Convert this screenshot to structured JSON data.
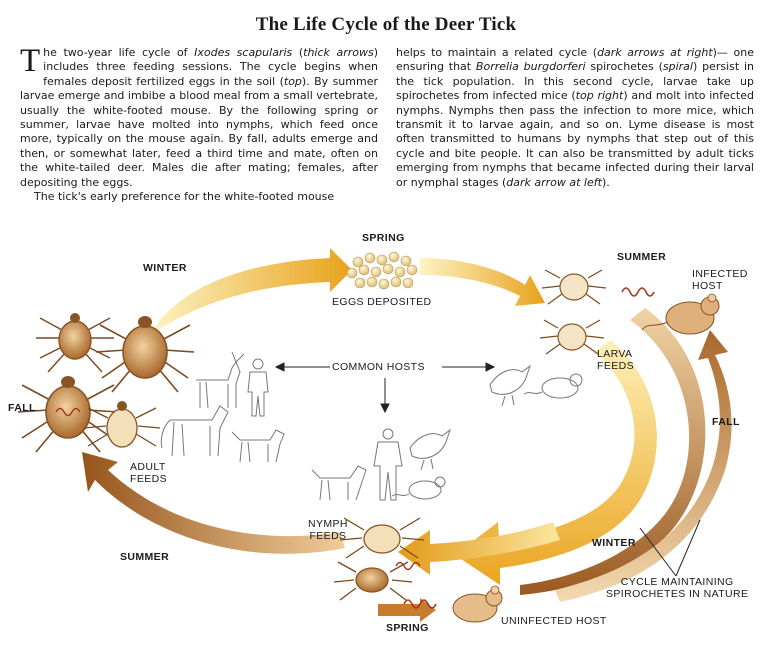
{
  "title": "The Life Cycle of the Deer Tick",
  "intro": {
    "col1_dropcap": "T",
    "col1_p1_a": "he two-year life cycle of ",
    "col1_p1_species": "Ixodes scapularis",
    "col1_p1_b": " (",
    "col1_p1_thick": "thick arrows",
    "col1_p1_c": ") includes three feeding sessions. The cycle begins when females deposit fertilized eggs in the soil (",
    "col1_p1_top": "top",
    "col1_p1_d": "). By summer larvae emerge and imbibe a blood meal from a small vertebrate, usually the white-footed mouse. By the following spring or summer, larvae have molted into nymphs, which feed once more, typically on the mouse again. By fall, adults emerge and then, or somewhat later, feed a third time and mate, often on the white-tailed deer. Males die after mating; females, after depositing the eggs.",
    "col1_p2": "The tick's early preference for the white-footed mouse",
    "col2_a": "helps to maintain a related cycle (",
    "col2_dark_right": "dark arrows at right",
    "col2_b": ")— one ensuring that ",
    "col2_borrelia": "Borrelia burgdorferi",
    "col2_c": " spirochetes (",
    "col2_spiral": "spiral",
    "col2_d": ") persist in the tick population. In this second cycle, larvae take up spirochetes from infected mice (",
    "col2_top_right": "top right",
    "col2_e": ") and molt into infected nymphs. Nymphs then pass the infection to more mice, which transmit it to larvae again, and so on. Lyme disease is most often transmitted to humans by nymphs that step out of this cycle and bite people. It can also be transmitted by adult ticks emerging from nymphs that became infected during their larval or nymphal stages (",
    "col2_dark_left": "dark arrow at left",
    "col2_f": ")."
  },
  "labels": {
    "spring_top": "SPRING",
    "winter": "WINTER",
    "eggs": "EGGS DEPOSITED",
    "summer_right": "SUMMER",
    "infected_1": "INFECTED",
    "infected_2": "HOST",
    "common_hosts": "COMMON HOSTS",
    "larva_1": "LARVA",
    "larva_2": "FEEDS",
    "fall_left": "FALL",
    "fall_right": "FALL",
    "adult_1": "ADULT",
    "adult_2": "FEEDS",
    "nymph_1": "NYMPH",
    "nymph_2": "FEEDS",
    "summer_left": "SUMMER",
    "winter_right": "WINTER",
    "cycle_1": "CYCLE MAINTAINING",
    "cycle_2": "SPIROCHETES IN NATURE",
    "spring_bottom": "SPRING",
    "uninfected": "UNINFECTED HOST"
  },
  "colors": {
    "gold_light": "#fbe79a",
    "gold_dark": "#e39a18",
    "brown_light": "#e9c494",
    "brown_dark": "#8a4a16",
    "tick_body": "#c98a4a",
    "egg": "#f0dca0"
  }
}
